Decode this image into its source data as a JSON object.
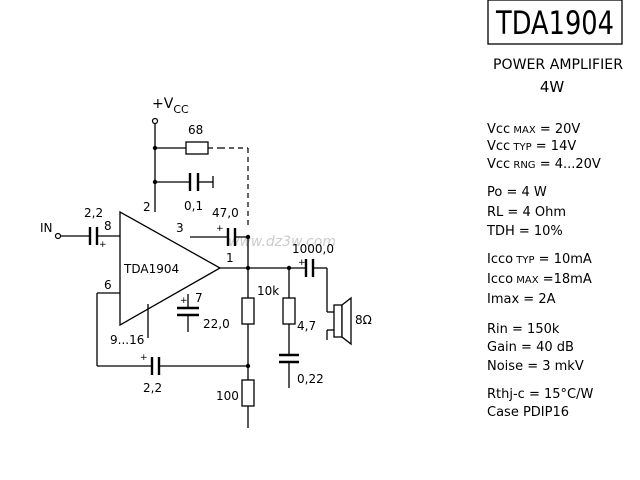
{
  "title": "TDA1904",
  "subtitle_line1": "POWER AMPLIFIER",
  "subtitle_line2": "4W",
  "watermark": "www.dz3w.com",
  "vcc_label": "+V",
  "vcc_sub": "CC",
  "ic_label": "TDA1904",
  "input_label": "IN",
  "pins": {
    "p1": "1",
    "p2": "2",
    "p3": "3",
    "p6": "6",
    "p7": "7",
    "p8": "8",
    "gnd": "9...16"
  },
  "components": {
    "r_feedback": "68",
    "c_decoupling": "0,1",
    "c_bootstrap": "47,0",
    "c_input": "2,2",
    "c_pin7": "22,0",
    "c_output": "1000,0",
    "r_10k": "10k",
    "r_4_7": "4,7",
    "c_zobel": "0,22",
    "c_feedback": "2,2",
    "r_100": "100",
    "speaker": "8Ω"
  },
  "plus_sign": "+",
  "specs": {
    "vcc_max": {
      "main": "Vcc",
      "sub": "MAX",
      "val": " = 20V"
    },
    "vcc_typ": {
      "main": "Vcc",
      "sub": "TYP",
      "val": " = 14V"
    },
    "vcc_rng": {
      "main": "Vcc",
      "sub": "RNG",
      "val": " = 4...20V"
    },
    "po": {
      "main": "Po",
      "sub": "",
      "val": " = 4 W"
    },
    "rl": {
      "main": "RL",
      "sub": "",
      "val": " = 4 Ohm"
    },
    "tdh": {
      "main": "TDH",
      "sub": "",
      "val": " = 10%"
    },
    "icco_typ": {
      "main": "Icco",
      "sub": "TYP",
      "val": " = 10mA"
    },
    "icco_max": {
      "main": "Icco",
      "sub": "MAX",
      "val": " =18mA"
    },
    "imax": {
      "main": "Imax",
      "sub": "",
      "val": " = 2A"
    },
    "rin": {
      "main": "Rin",
      "sub": "",
      "val": " = 150k"
    },
    "gain": {
      "main": "Gain",
      "sub": "",
      "val": " = 40 dB"
    },
    "noise": {
      "main": "Noise",
      "sub": "",
      "val": " = 3 mkV"
    },
    "rthj": {
      "main": "Rthj-c",
      "sub": "",
      "val": " = 15°C/W"
    },
    "case": {
      "main": "Case",
      "sub": "",
      "val": " PDIP16"
    }
  }
}
